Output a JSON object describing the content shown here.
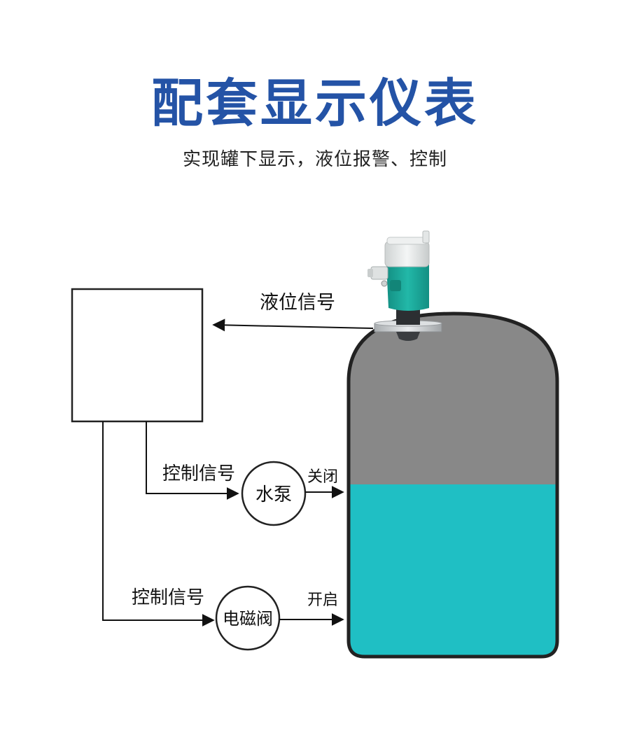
{
  "header": {
    "title": "配套显示仪表",
    "subtitle": "实现罐下显示，液位报警、控制"
  },
  "diagram": {
    "level_signal_label": "液位信号",
    "pump": {
      "control_label": "控制信号",
      "name": "水泵",
      "action": "关闭"
    },
    "valve": {
      "control_label": "控制信号",
      "name": "电磁阀",
      "action": "开启"
    },
    "tank": {
      "liquid_color": "#1fbfc4",
      "air_color": "#888888",
      "outline_color": "#222222"
    },
    "sensor": {
      "body_color": "#1aa89a",
      "cap_color": "#e8eaea"
    }
  },
  "colors": {
    "title": "#2453a6"
  }
}
